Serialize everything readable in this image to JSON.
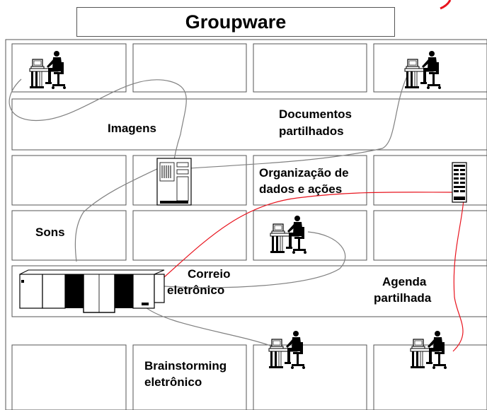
{
  "title": "Groupware",
  "labels": {
    "imagens": "Imagens",
    "documentos_1": "Documentos",
    "documentos_2": "partilhados",
    "organizacao_1": "Organização de",
    "organizacao_2": "dados e ações",
    "sons": "Sons",
    "correio_1": "Correio",
    "correio_2": "eletrônico",
    "agenda_1": "Agenda",
    "agenda_2": "partilhada",
    "brainstorm_1": "Brainstorming",
    "brainstorm_2": "eletrônico"
  },
  "colors": {
    "grid": "#555555",
    "link_gray": "#808080",
    "link_red": "#e8141e",
    "text": "#000000"
  },
  "icons": [
    "workstation-icon",
    "server-tower-icon",
    "rack-server-icon",
    "mainframe-icon"
  ]
}
